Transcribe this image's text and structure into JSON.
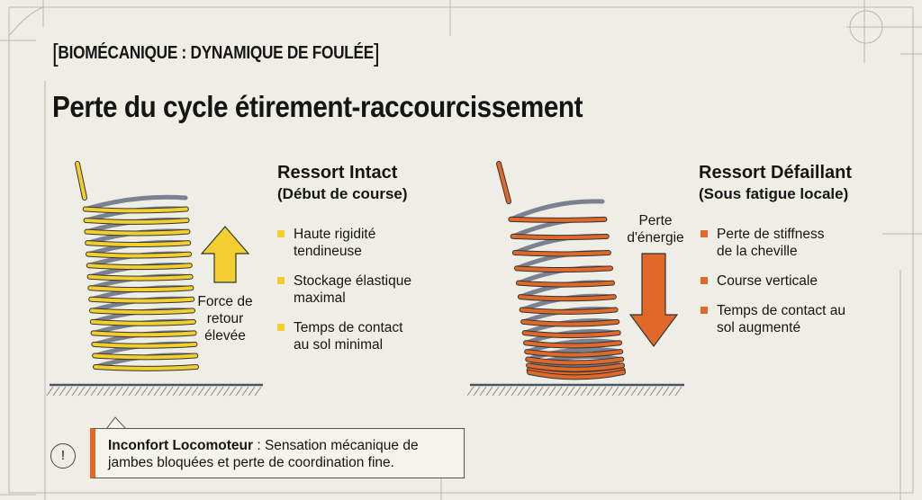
{
  "header": {
    "kicker": "BIOMÉCANIQUE : DYNAMIQUE DE FOULÉE",
    "title": "Perte du cycle étirement-raccourcissement"
  },
  "colors": {
    "intact": "#f2cf2e",
    "failing": "#e0692a",
    "coil_back": "#7a8190",
    "background": "#efeee6"
  },
  "intact": {
    "title": "Ressort Intact",
    "subtitle": "(Début de course)",
    "arrow_label": [
      "Force de",
      "retour",
      "élevée"
    ],
    "bullets": [
      [
        "Haute rigidité",
        "tendineuse"
      ],
      [
        "Stockage élastique",
        "maximal"
      ],
      [
        "Temps de contact",
        "au sol minimal"
      ]
    ]
  },
  "failing": {
    "title": "Ressort Défaillant",
    "subtitle": "(Sous fatigue locale)",
    "arrow_label": [
      "Perte",
      "d'énergie"
    ],
    "bullets": [
      [
        "Perte de stiffness",
        "de la cheville"
      ],
      [
        "Course verticale"
      ],
      [
        "Temps de contact au",
        "sol augmenté"
      ]
    ]
  },
  "note": {
    "icon": "exclamation-circle-icon",
    "bold": "Inconfort Locomoteur",
    "text": " : Sensation mécanique de jambes bloquées et perte de coordination fine."
  }
}
